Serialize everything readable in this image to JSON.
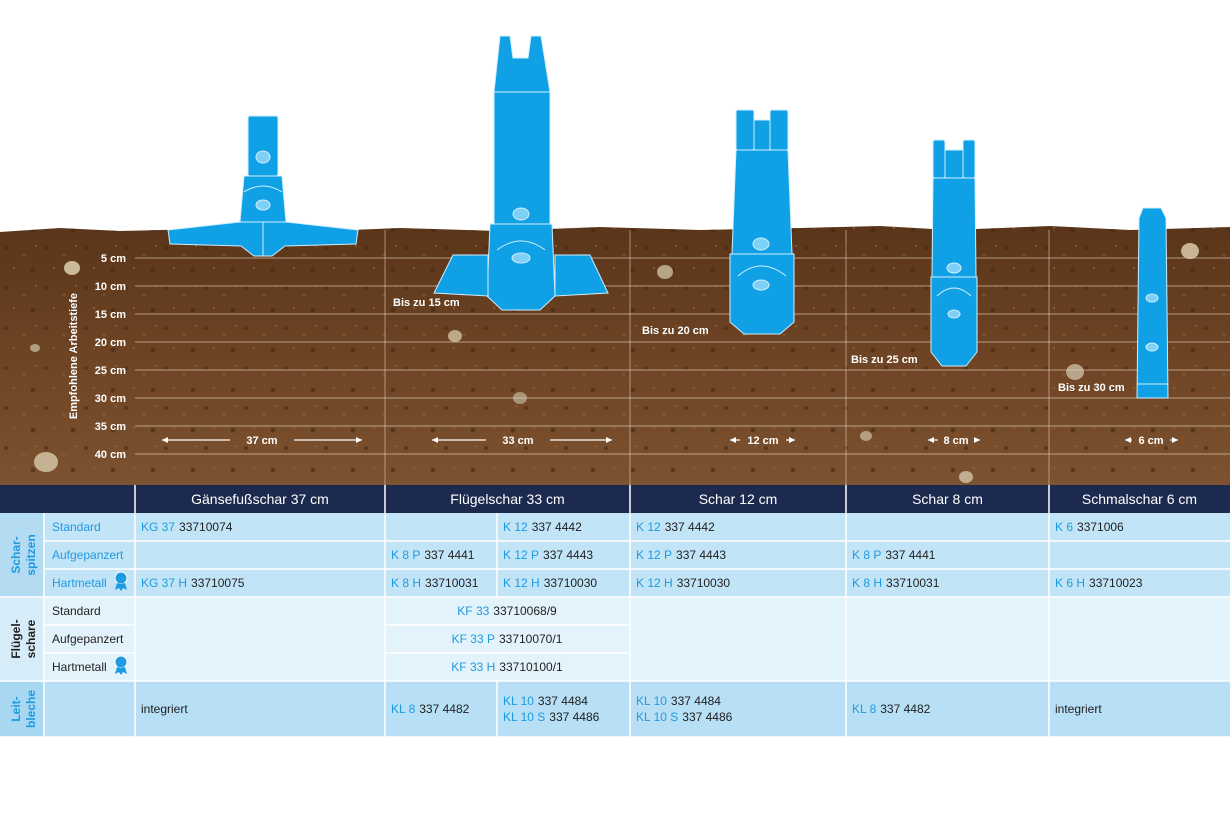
{
  "axis_label": "Empfohlene Arbeitstiefe",
  "depth_ticks": [
    "5 cm",
    "10 cm",
    "15 cm",
    "20 cm",
    "25 cm",
    "30 cm",
    "35 cm",
    "40 cm"
  ],
  "tools": [
    {
      "id": "g37",
      "width_label": "37 cm",
      "depth_label": ""
    },
    {
      "id": "f33",
      "width_label": "33 cm",
      "depth_label": "Bis zu 15 cm"
    },
    {
      "id": "s12",
      "width_label": "12 cm",
      "depth_label": "Bis zu 20 cm"
    },
    {
      "id": "s8",
      "width_label": "8 cm",
      "depth_label": "Bis zu 25 cm"
    },
    {
      "id": "s6",
      "width_label": "6 cm",
      "depth_label": "Bis zu 30 cm"
    }
  ],
  "table": {
    "columns": [
      "Gänsefußschar 37 cm",
      "Flügelschar 33 cm",
      "Schar 12 cm",
      "Schar 8 cm",
      "Schmalschar 6 cm"
    ],
    "groups": {
      "scharspitzen": {
        "line1": "Schar-",
        "line2": "spitzen"
      },
      "fluegelschare": {
        "line1": "Flügel-",
        "line2": "schare"
      },
      "leitbleche": {
        "line1": "Leit-",
        "line2": "bleche"
      }
    },
    "rows": {
      "standard": "Standard",
      "aufgepanzert": "Aufgepanzert",
      "hartmetall": "Hartmetall"
    },
    "cells": {
      "std_g37_code": "KG 37",
      "std_g37_num": "33710074",
      "std_f33b_code": "K 12",
      "std_f33b_num": "337 4442",
      "std_s12_code": "K 12",
      "std_s12_num": "337 4442",
      "std_s6_code": "K 6",
      "std_s6_num": "3371006",
      "auf_f33a_code": "K 8 P",
      "auf_f33a_num": "337 4441",
      "auf_f33b_code": "K 12 P",
      "auf_f33b_num": "337 4443",
      "auf_s12_code": "K 12 P",
      "auf_s12_num": "337 4443",
      "auf_s8_code": "K 8 P",
      "auf_s8_num": "337 4441",
      "hm_g37_code": "KG 37 H",
      "hm_g37_num": "33710075",
      "hm_f33a_code": "K 8 H",
      "hm_f33a_num": "33710031",
      "hm_f33b_code": "K 12 H",
      "hm_f33b_num": "33710030",
      "hm_s12_code": "K 12 H",
      "hm_s12_num": "33710030",
      "hm_s8_code": "K 8 H",
      "hm_s8_num": "33710031",
      "hm_s6_code": "K 6 H",
      "hm_s6_num": "33710023",
      "fl_std_code": "KF 33",
      "fl_std_num": "33710068/9",
      "fl_auf_code": "KF 33 P",
      "fl_auf_num": "33710070/1",
      "fl_hm_code": "KF 33 H",
      "fl_hm_num": "33710100/1",
      "lb_g37": "integriert",
      "lb_f33a_code": "KL 8",
      "lb_f33a_num": "337 4482",
      "lb_f33b_code1": "KL 10",
      "lb_f33b_num1": "337 4484",
      "lb_f33b_code2": "KL 10 S",
      "lb_f33b_num2": "337 4486",
      "lb_s12_code1": "KL 10",
      "lb_s12_num1": "337 4484",
      "lb_s12_code2": "KL 10 S",
      "lb_s12_num2": "337 4486",
      "lb_s8_code": "KL 8",
      "lb_s8_num": "337 4482",
      "lb_s6": "integriert"
    }
  },
  "colors": {
    "tool": "#0fa0e6",
    "header": "#1b2a4e",
    "accent": "#1e9ae0",
    "soil": "#6b4022"
  }
}
